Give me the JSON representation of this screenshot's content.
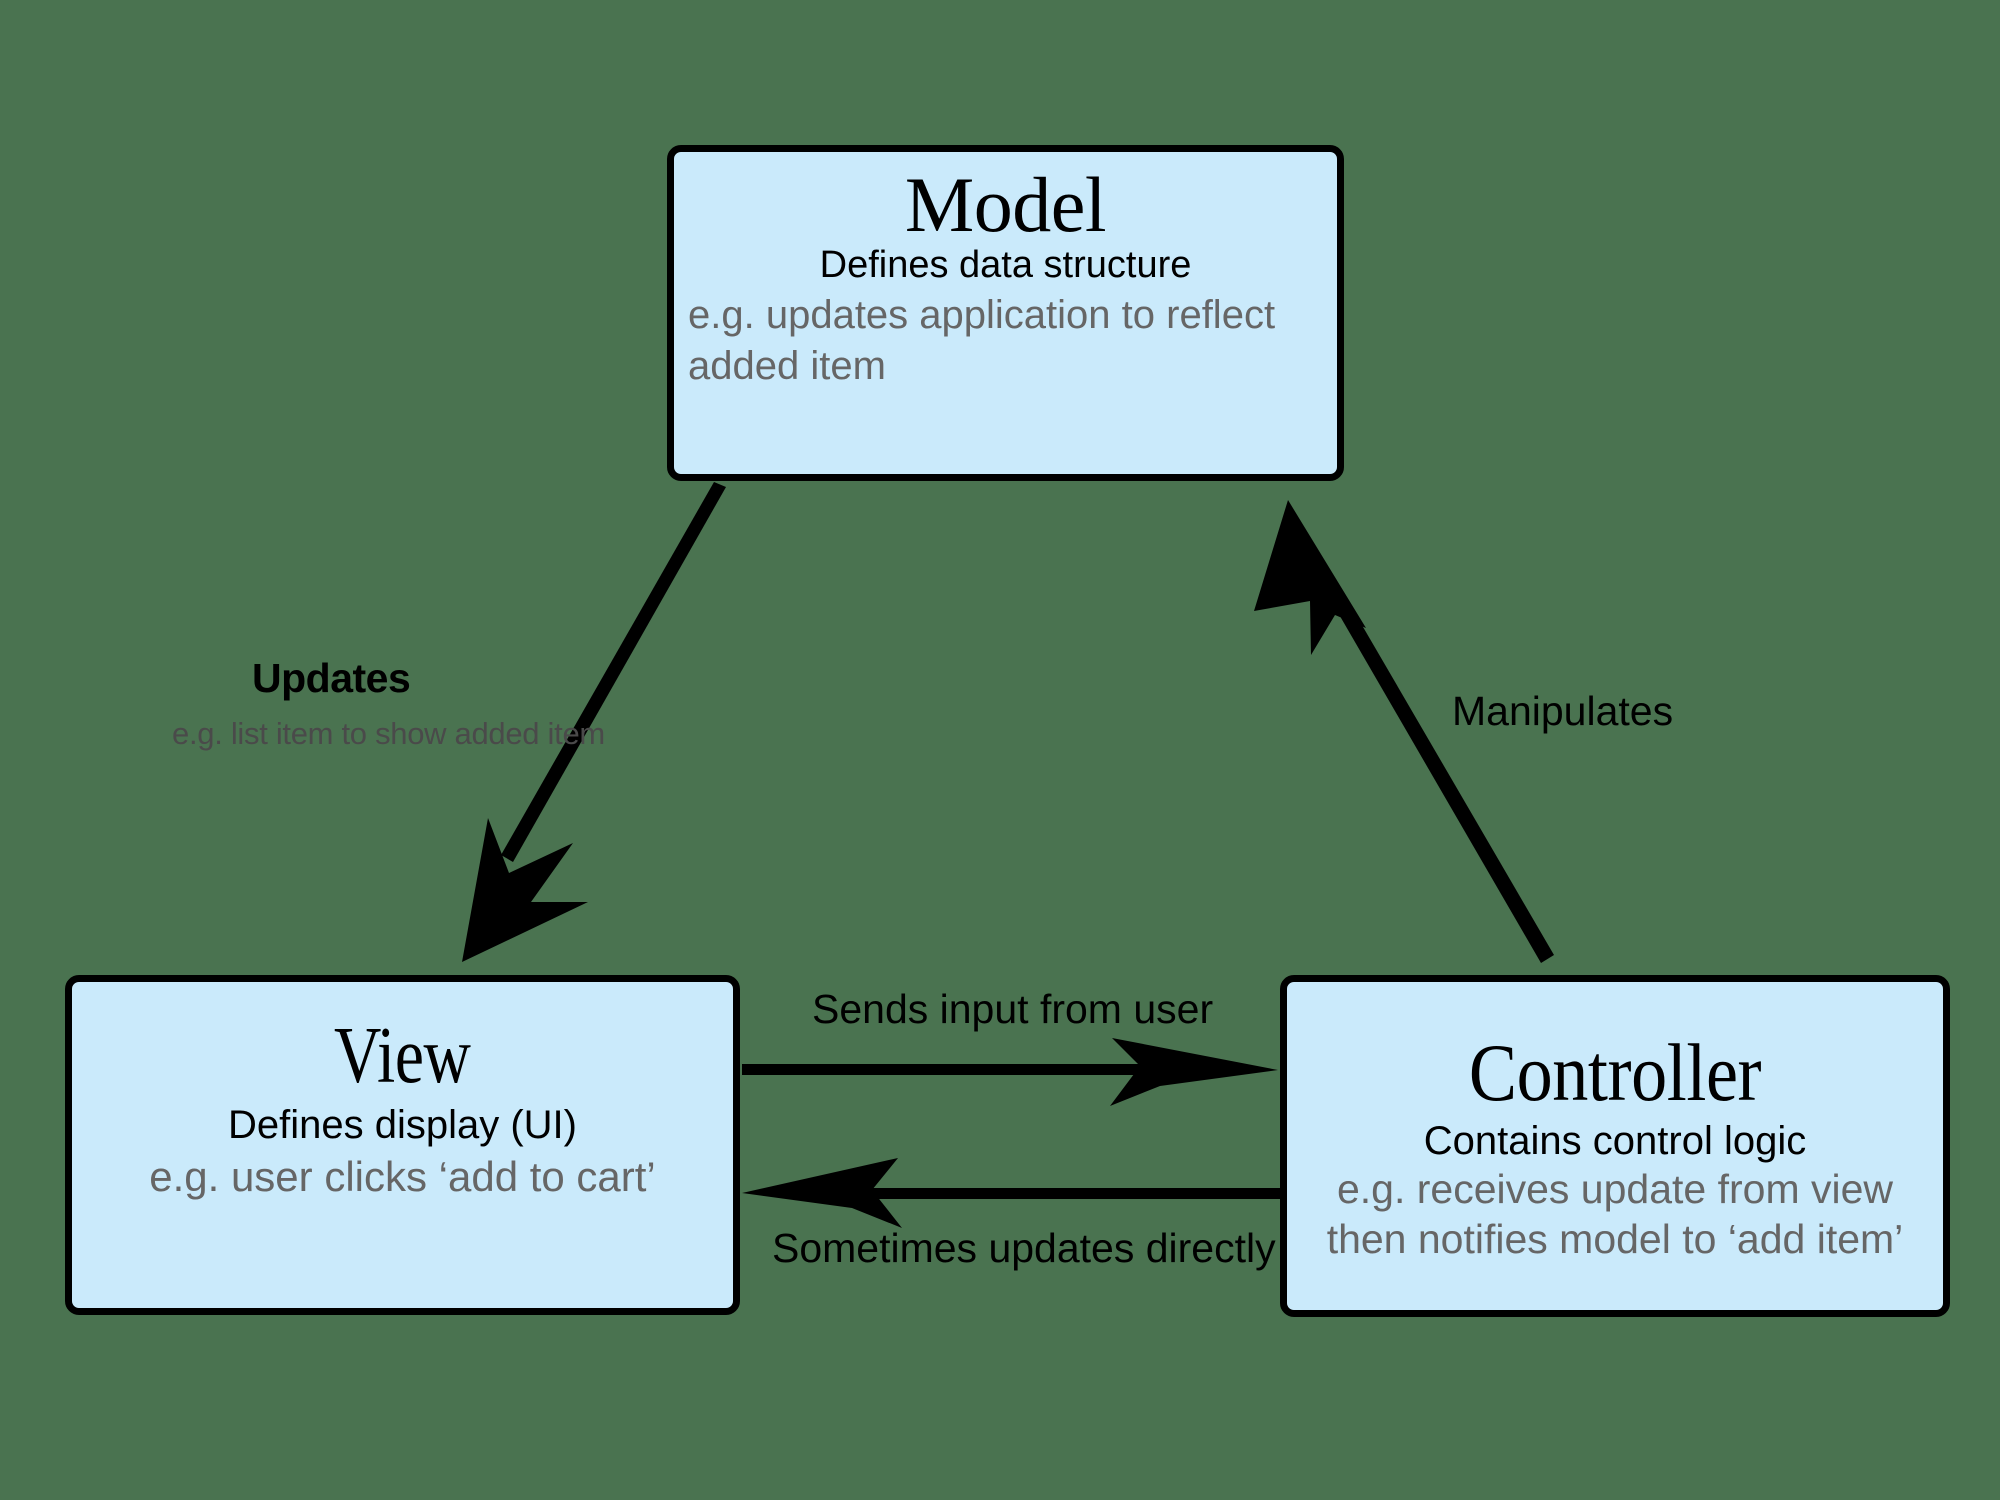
{
  "diagram": {
    "title": "Model-View-Controller (MVC) pattern diagram",
    "background_color": "#4a7350",
    "node_fill_color": "#caeafb",
    "node_border_color": "#000000",
    "example_text_color": "#666666"
  },
  "nodes": {
    "model": {
      "title": "Model",
      "subtitle": "Defines data structure",
      "example": "e.g. updates application to reflect added item"
    },
    "view": {
      "title": "View",
      "subtitle": "Defines display (UI)",
      "example": "e.g. user clicks ‘add to cart’"
    },
    "controller": {
      "title": "Controller",
      "subtitle": "Contains control logic",
      "example_line1": "e.g. receives update from view",
      "example_line2": "then notifies model to ‘add item’"
    }
  },
  "edges": {
    "model_to_view": {
      "label": "Updates",
      "example": "e.g. list item to show added item"
    },
    "controller_to_model": {
      "label": "Manipulates"
    },
    "view_to_controller": {
      "label": "Sends input from user"
    },
    "controller_to_view": {
      "label": "Sometimes updates directly"
    }
  }
}
